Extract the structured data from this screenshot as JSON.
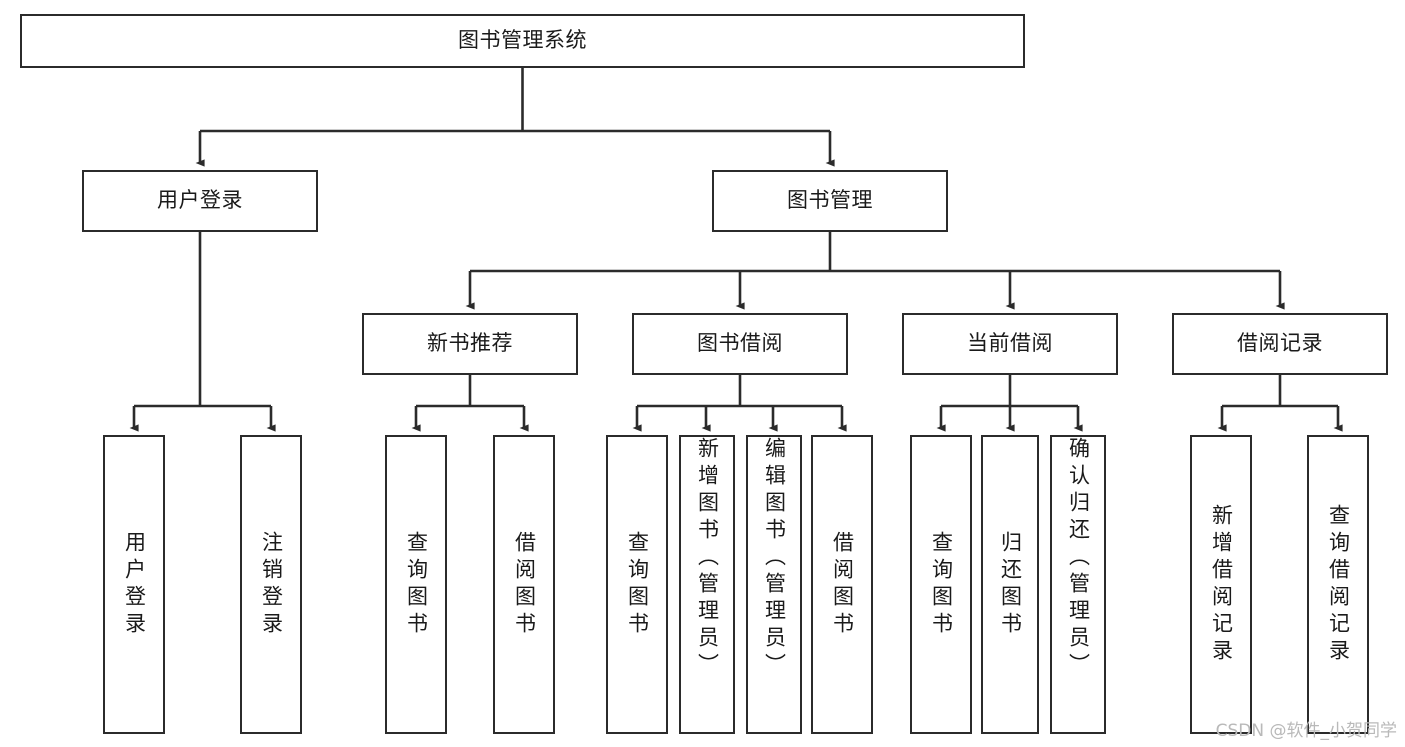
{
  "diagram": {
    "title": "图书管理系统",
    "type": "tree-hierarchy-chart",
    "watermark": "CSDN @软件_小贺同学",
    "colors": {
      "border": "#2b2b2b",
      "background": "#ffffff",
      "text": "#1a1a1a",
      "watermark": "#b9b9b9"
    },
    "root": {
      "label": "图书管理系统"
    },
    "level2": [
      {
        "label": "用户登录"
      },
      {
        "label": "图书管理"
      }
    ],
    "level3": [
      {
        "label": "新书推荐"
      },
      {
        "label": "图书借阅"
      },
      {
        "label": "当前借阅"
      },
      {
        "label": "借阅记录"
      }
    ],
    "leaves": {
      "user_login": [
        {
          "label": "用户登录"
        },
        {
          "label": "注销登录"
        }
      ],
      "new_book_recommend": [
        {
          "label": "查询图书"
        },
        {
          "label": "借阅图书"
        }
      ],
      "book_borrow": [
        {
          "label": "查询图书"
        },
        {
          "label": "新增图书（管理员）"
        },
        {
          "label": "编辑图书（管理员）"
        },
        {
          "label": "借阅图书"
        }
      ],
      "current_borrow": [
        {
          "label": "查询图书"
        },
        {
          "label": "归还图书"
        },
        {
          "label": "确认归还（管理员）"
        }
      ],
      "borrow_record": [
        {
          "label": "新增借阅记录"
        },
        {
          "label": "查询借阅记录"
        }
      ]
    }
  }
}
